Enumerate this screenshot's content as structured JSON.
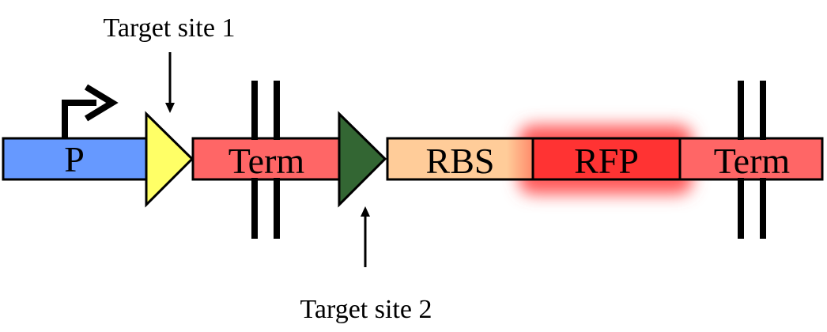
{
  "diagram": {
    "colors": {
      "promoter": "#6699ff",
      "target_site_1": "#ffff66",
      "terminator": "#ff6666",
      "target_site_2": "#336633",
      "rbs": "#ffcc99",
      "rfp": "#ff3333",
      "rfp_glow": "#ff5a5a",
      "outline": "#000000"
    },
    "parts": {
      "promoter": "P",
      "terminator_1": "Term",
      "rbs": "RBS",
      "rfp": "RFP",
      "terminator_2": "Term"
    },
    "labels": {
      "target_site_1": "Target site 1",
      "target_site_2": "Target site 2"
    }
  }
}
